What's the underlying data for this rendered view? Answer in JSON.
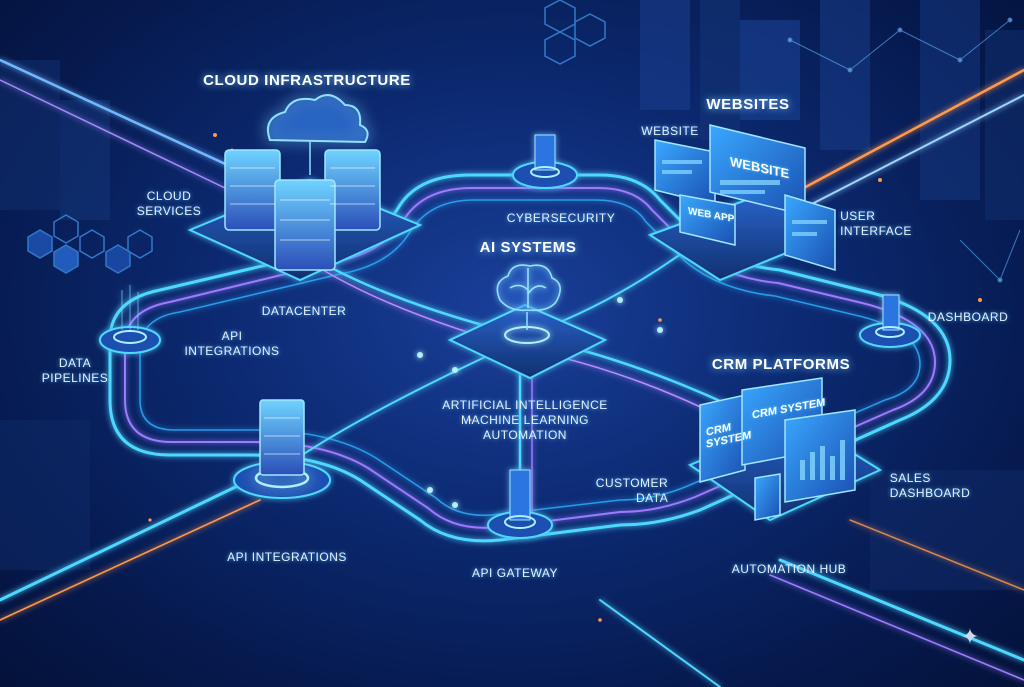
{
  "labels": {
    "cloud_infrastructure": "CLOUD INFRASTRUCTURE",
    "websites": "WEBSITES",
    "website": "WEBSITE",
    "cloud_services_1": "CLOUD",
    "cloud_services_2": "SERVICES",
    "cybersecurity": "CYBERSECURITY",
    "user_interface_1": "USER",
    "user_interface_2": "INTERFACE",
    "ai_systems": "AI SYSTEMS",
    "datacenter": "DATACENTER",
    "dashboard": "DASHBOARD",
    "api_integrations_top_1": "API",
    "api_integrations_top_2": "INTEGRATIONS",
    "data_pipelines_1": "DATA",
    "data_pipelines_2": "PIPELINES",
    "crm_platforms": "CRM PLATFORMS",
    "ai_detail_1": "ARTIFICIAL INTELLIGENCE",
    "ai_detail_2": "MACHINE LEARNING",
    "ai_detail_3": "AUTOMATION",
    "customer_data_1": "CUSTOMER",
    "customer_data_2": "DATA",
    "sales_dashboard_1": "SALES",
    "sales_dashboard_2": "DASHBOARD",
    "api_integrations_bottom": "API INTEGRATIONS",
    "api_gateway": "API GATEWAY",
    "automation_hub": "AUTOMATION HUB"
  },
  "screens": {
    "website_monitor": "WEBSITE",
    "web_app": "WEB APP",
    "crm_left": "CRM\nSYSTEM",
    "crm_center": "CRM SYSTEM"
  },
  "icons": [
    "cloud-icon",
    "brain-icon",
    "sparkle-icon",
    "server-rack-icon",
    "monitor-icon",
    "hexagon-icon"
  ],
  "colors": {
    "glow_cyan": "#4fd8ff",
    "glow_purple": "#9b7bff",
    "accent_orange": "#ff9a4d",
    "background": "#0c2a72"
  }
}
